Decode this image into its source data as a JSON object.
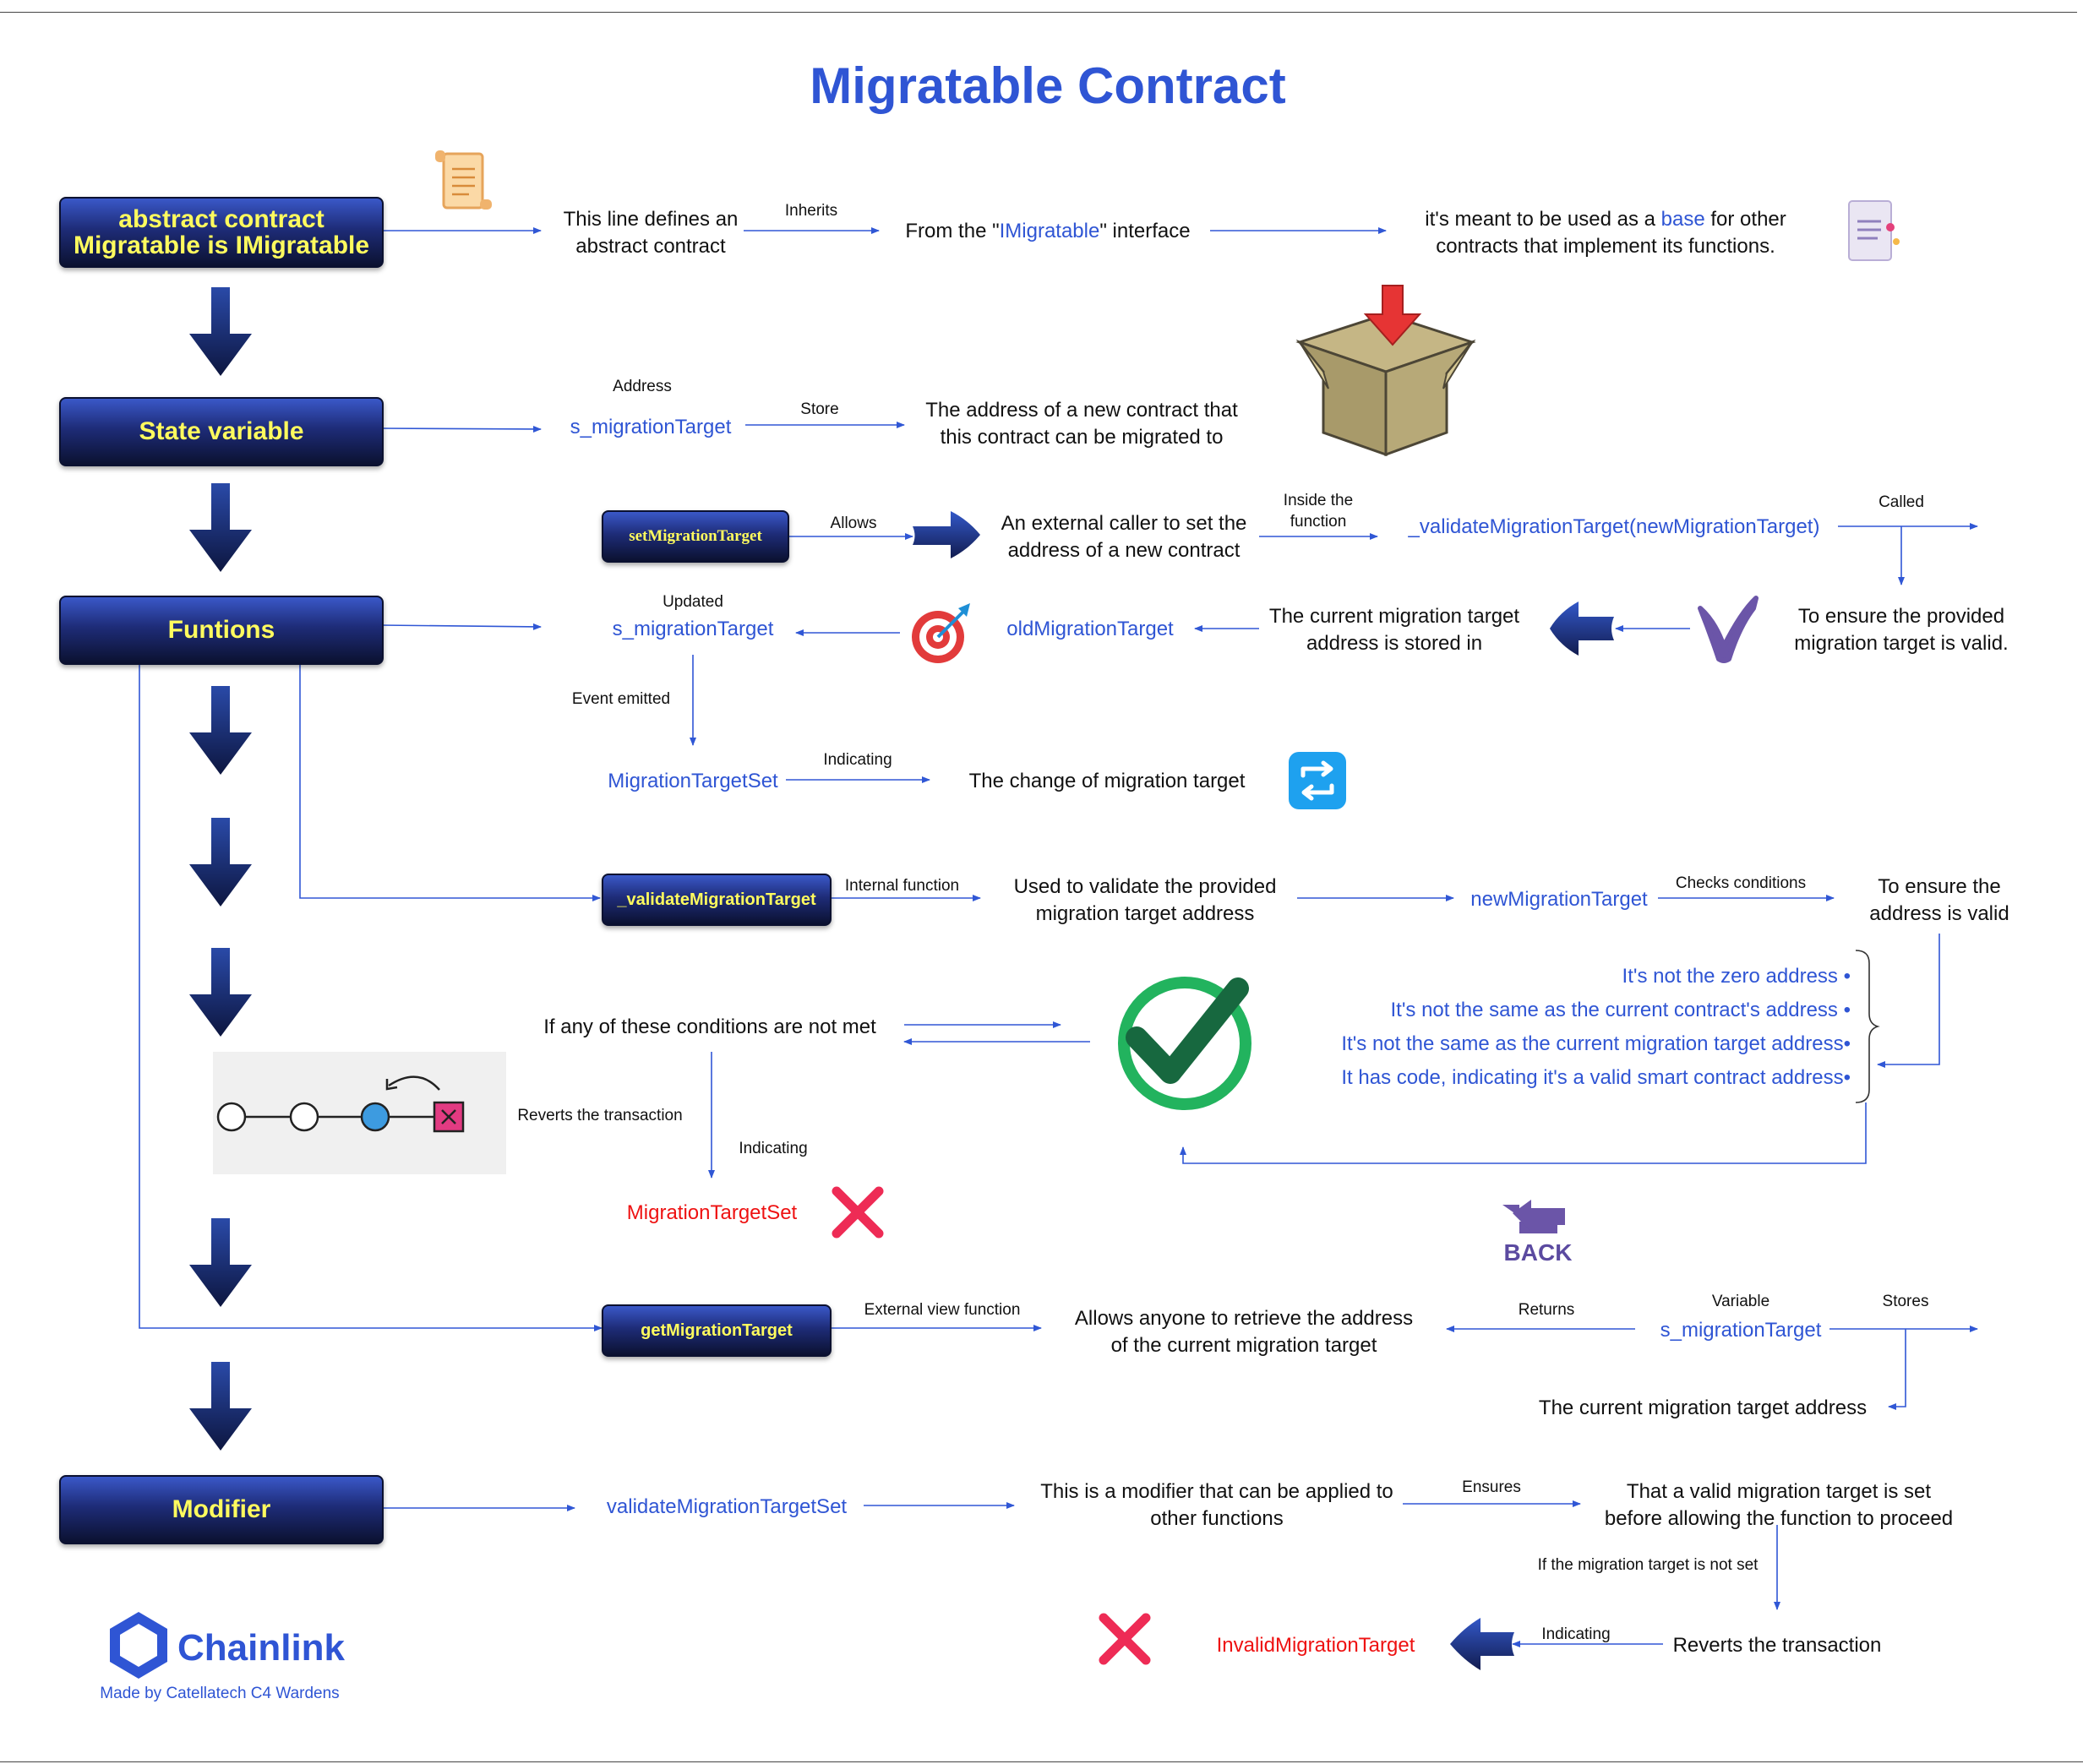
{
  "title": "Migratable Contract",
  "main_nodes": [
    "abstract contract\nMigratable is IMigratable",
    "State variable",
    "Funtions",
    "Modifier"
  ],
  "function_nodes": [
    "setMigrationTarget",
    "_validateMigrationTarget",
    "getMigrationTarget"
  ],
  "row1": {
    "defines": "This line defines an\nabstract contract",
    "inherits": "Inherits",
    "from_prefix": "From the \"",
    "from_name": "IMigratable",
    "from_suffix": "\" interface",
    "meant_prefix": "it's meant to be used as a ",
    "meant_base": "base",
    "meant_suffix": " for other\ncontracts that implement its functions."
  },
  "row2": {
    "address": "Address",
    "var": "s_migrationTarget",
    "store": "Store",
    "desc": "The address of a new contract that\nthis contract can be migrated to"
  },
  "set_fn": {
    "allows": "Allows",
    "caller": "An external caller to set the\naddress of a new contract",
    "inside": "Inside the\nfunction",
    "validate_call": "_validateMigrationTarget(newMigrationTarget)",
    "called": "Called",
    "ensure": "To ensure the provided\nmigration target is valid.",
    "current_stored": "The current migration target\naddress is stored in",
    "old": "oldMigrationTarget",
    "updated": "Updated",
    "var": "s_migrationTarget",
    "event_emitted": "Event emitted",
    "event": "MigrationTargetSet",
    "indicating": "Indicating",
    "change": "The change of migration target"
  },
  "validate_fn": {
    "internal": "Internal function",
    "used": "Used to validate the provided\nmigration target address",
    "param": "newMigrationTarget",
    "checks": "Checks conditions",
    "ensure": "To ensure the\naddress is valid",
    "conditions": [
      "It's not the zero address",
      "It's not the same as the current contract's address",
      "It's not the same as the current migration target address",
      "It has code, indicating it's a valid smart contract address"
    ],
    "not_met": "If any of these conditions are not met",
    "reverts": "Reverts the transaction",
    "indicating": "Indicating",
    "error": "MigrationTargetSet",
    "back": "BACK"
  },
  "get_fn": {
    "external": "External view function",
    "allows": "Allows anyone to retrieve the address\nof the current migration target",
    "returns": "Returns",
    "variable": "Variable",
    "var": "s_migrationTarget",
    "stores": "Stores",
    "current": "The current migration target address"
  },
  "modifier": {
    "name": "validateMigrationTargetSet",
    "desc": "This is a modifier that can be applied to\nother functions",
    "ensures": "Ensures",
    "valid": "That a valid migration target is set\nbefore allowing the function to proceed",
    "if_not": "If the migration target is not set",
    "reverts": "Reverts the transaction",
    "indicating": "Indicating",
    "error": "InvalidMigrationTarget"
  },
  "brand": {
    "name": "Chainlink",
    "credit": "Made by Catellatech C4 Wardens"
  },
  "colors": {
    "accent": "#2f55d4",
    "node_text": "#fffb5e",
    "error": "#ee1111",
    "success": "#1fa85a",
    "arrow": "#3057d5"
  }
}
